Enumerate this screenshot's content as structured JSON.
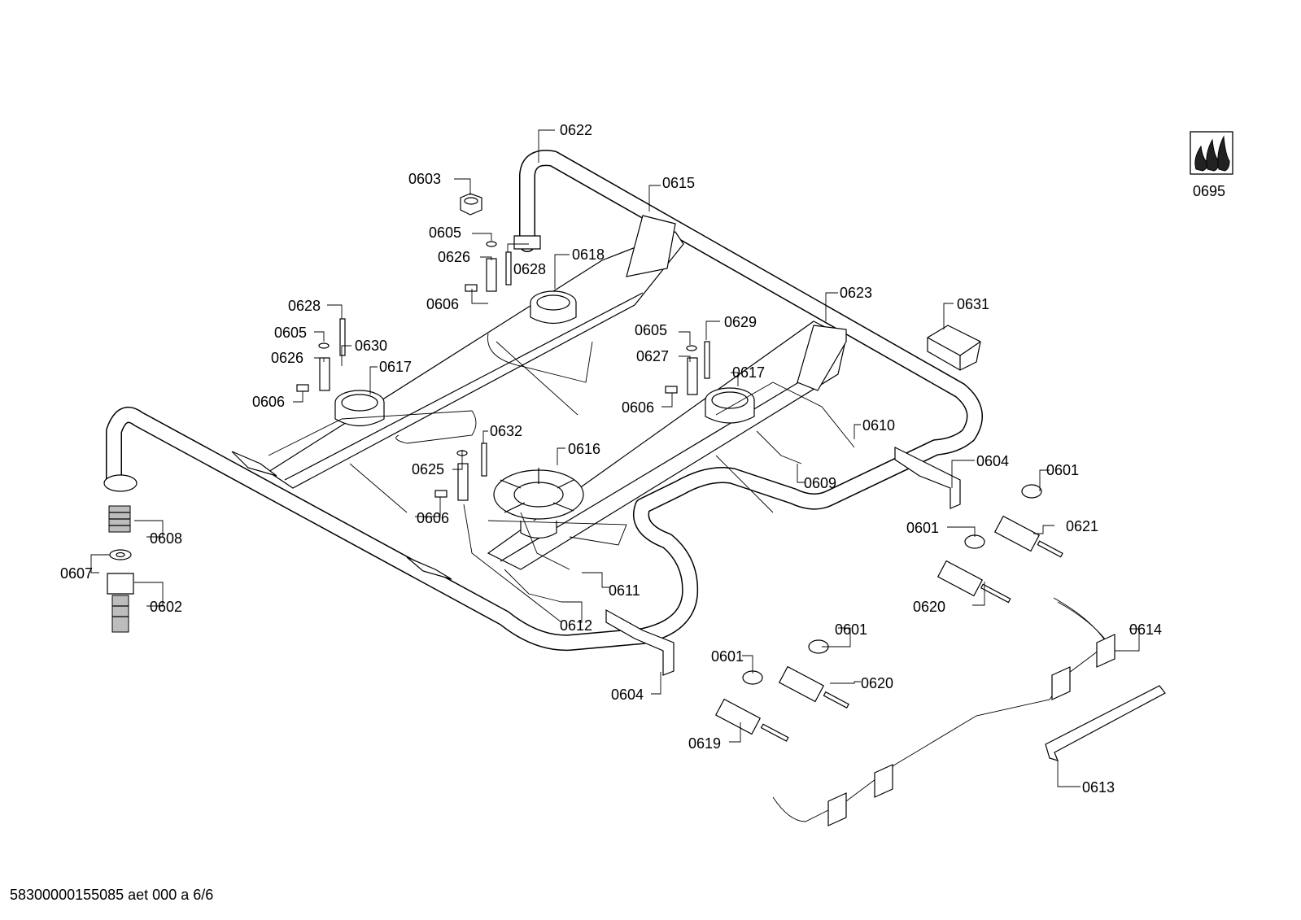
{
  "document_code": "58300000155085 aet 000 a 6/6",
  "labels": {
    "p0622": "0622",
    "p0603": "0603",
    "p0615": "0615",
    "p0605a": "0605",
    "p0626a": "0626",
    "p0628a": "0628",
    "p0618": "0618",
    "p0606a": "0606",
    "p0628b": "0628",
    "p0605b": "0605",
    "p0630": "0630",
    "p0626b": "0626",
    "p0617a": "0617",
    "p0606b": "0606",
    "p0623": "0623",
    "p0631": "0631",
    "p0605c": "0605",
    "p0629": "0629",
    "p0627": "0627",
    "p0617b": "0617",
    "p0606c": "0606",
    "p0610": "0610",
    "p0632": "0632",
    "p0616": "0616",
    "p0625": "0625",
    "p0606d": "0606",
    "p0609": "0609",
    "p0604a": "0604",
    "p0601a": "0601",
    "p0601b": "0601",
    "p0621": "0621",
    "p0608": "0608",
    "p0607": "0607",
    "p0602": "0602",
    "p0611": "0611",
    "p0612": "0612",
    "p0620a": "0620",
    "p0614": "0614",
    "p0601c": "0601",
    "p0601d": "0601",
    "p0620b": "0620",
    "p0604b": "0604",
    "p0619": "0619",
    "p0613": "0613",
    "p0695": "0695"
  },
  "icons": {
    "gas_flame": "gas-flame-symbol"
  }
}
